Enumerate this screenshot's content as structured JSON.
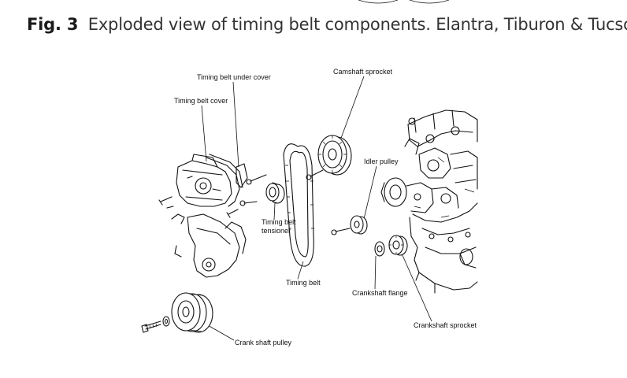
{
  "caption": {
    "fig": "Fig. 3",
    "text": "Exploded view of timing belt components. Elantra, Tiburon & Tucson"
  },
  "labels": {
    "under_cover": "Timing belt under cover",
    "belt_cover": "Timing belt cover",
    "cam_sprocket": "Camshaft sprocket",
    "idler": "Idler pulley",
    "tensioner_1": "Timing belt",
    "tensioner_2": "tensioner",
    "belt": "Timing belt",
    "crank_flange": "Crankshaft flange",
    "crank_sprocket": "Crankshaft sprocket",
    "crank_pulley": "Crank shaft pulley"
  }
}
